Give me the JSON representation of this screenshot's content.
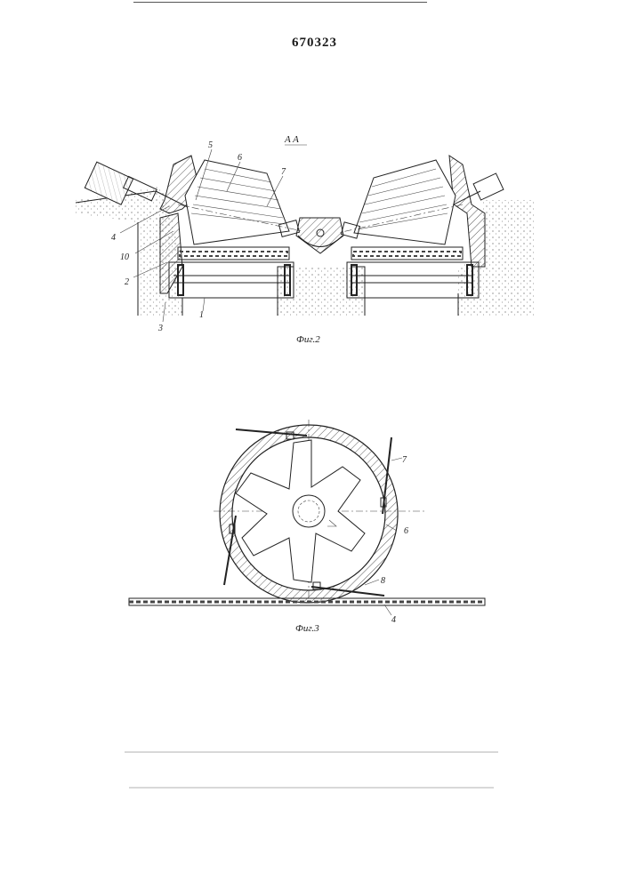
{
  "document": {
    "patent_number": "670323",
    "section_label": "A A",
    "fig2": {
      "caption": "Фиг.2",
      "labels": [
        "5",
        "6",
        "7",
        "4",
        "10",
        "2",
        "3",
        "1"
      ]
    },
    "fig3": {
      "caption": "Фиг.3",
      "labels": [
        "7",
        "6",
        "8",
        "4"
      ]
    }
  }
}
